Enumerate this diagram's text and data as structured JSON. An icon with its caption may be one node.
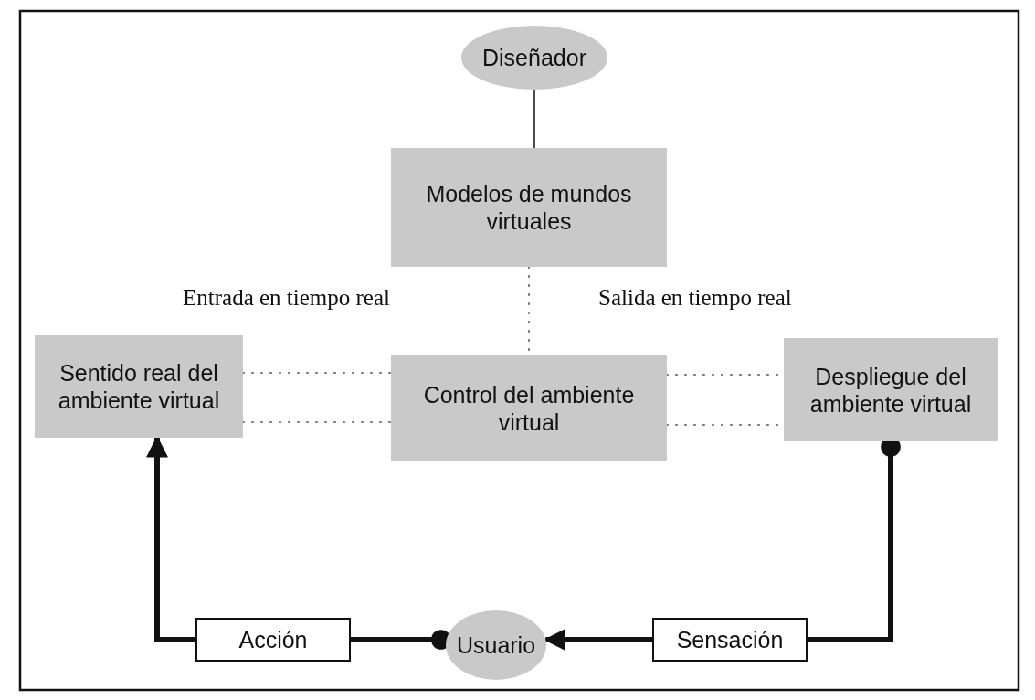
{
  "diagram": {
    "nodes": [
      {
        "text": [
          "Diseñador"
        ]
      },
      {
        "text": [
          "Modelos de mundos virtuales"
        ]
      },
      {
        "text": [
          "Sentido real del ambiente virtual"
        ]
      },
      {
        "text": [
          "Control del ambiente virtual"
        ]
      },
      {
        "text": [
          "Despliegue del ambiente virtual"
        ]
      },
      {
        "text": [
          "Acción"
        ]
      },
      {
        "text": [
          "Usuario"
        ]
      },
      {
        "text": [
          "Sensación"
        ]
      }
    ],
    "edges": [
      {
        "from": 0,
        "to": 1,
        "arrow": "none"
      },
      {
        "from": 1,
        "to": 3,
        "arrow": "none",
        "style": "dashed",
        "color": "#777777"
      },
      {
        "from": 2,
        "to": 3,
        "arrow": "none",
        "style": "dashed",
        "color": "#777777"
      },
      {
        "from": 2,
        "to": 3,
        "arrow": "none",
        "style": "dashed",
        "color": "#777777"
      },
      {
        "from": 3,
        "to": 4,
        "arrow": "none",
        "style": "dashed",
        "color": "#777777"
      },
      {
        "from": 3,
        "to": 4,
        "arrow": "none",
        "style": "dashed",
        "color": "#777777"
      },
      {
        "from": 4,
        "to": 7,
        "arrow": "other",
        "style": "thick"
      },
      {
        "from": 7,
        "to": 6,
        "arrow": "to",
        "style": "thick"
      },
      {
        "from": 6,
        "to": 5,
        "arrow": "other",
        "style": "thick"
      },
      {
        "from": 5,
        "to": 2,
        "arrow": "to",
        "style": "thick"
      }
    ],
    "labels": [
      "Entrada en tiempo real",
      "Salida en tiempo real"
    ]
  }
}
